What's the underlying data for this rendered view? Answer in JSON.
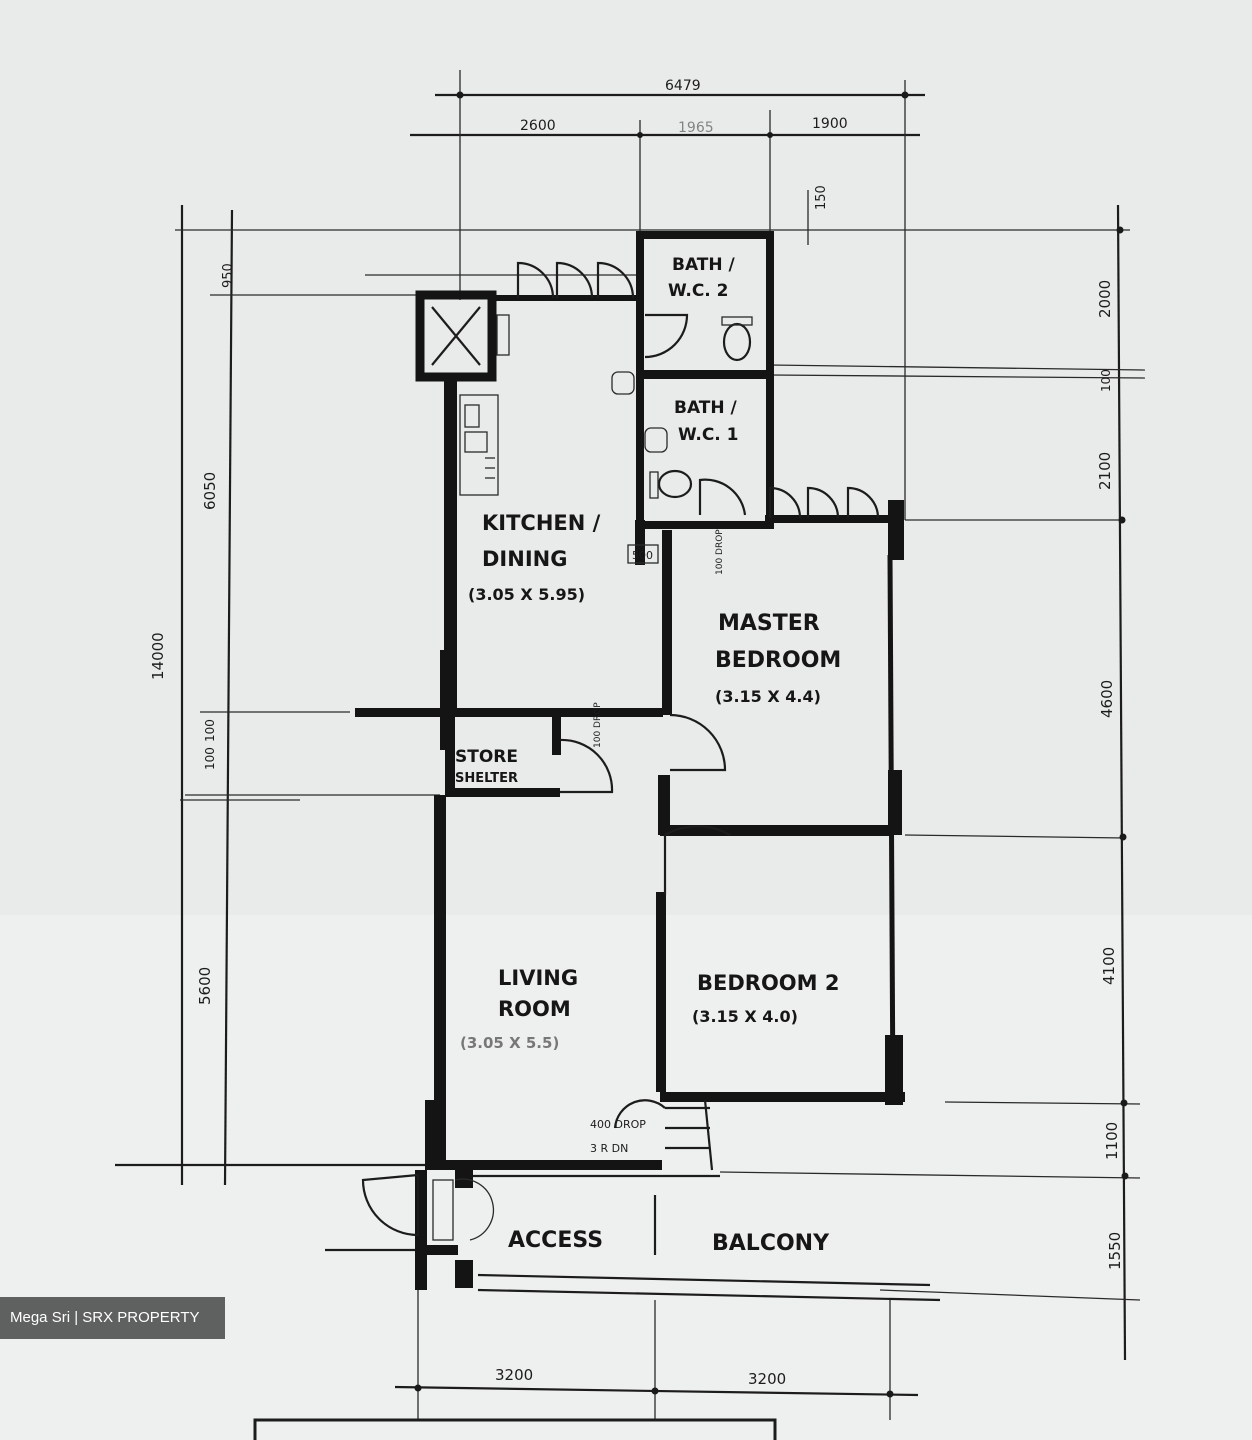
{
  "rooms": {
    "bath2": [
      "BATH /",
      "W.C. 2"
    ],
    "bath1": [
      "BATH /",
      "W.C. 1"
    ],
    "kitchen": [
      "KITCHEN /",
      "DINING",
      "(3.05 X 5.95)"
    ],
    "master": [
      "MASTER",
      "BEDROOM",
      "(3.15 X 4.4)"
    ],
    "store": [
      "STORE",
      "SHELTER"
    ],
    "living": [
      "LIVING",
      "ROOM",
      "(3.05 X 5.5)"
    ],
    "bedroom2": [
      "BEDROOM 2",
      "(3.15 X 4.0)"
    ],
    "access": "ACCESS",
    "balcony": "BALCONY"
  },
  "dimensions": {
    "top_total": "6479",
    "top_segments": [
      "2600",
      "1965",
      "1900"
    ],
    "top_small": "150",
    "left_total": "14000",
    "left_segments": [
      "950",
      "6050",
      "100",
      "100",
      "5600"
    ],
    "right_segments": [
      "2000",
      "100",
      "2100",
      "4600",
      "4100",
      "1100",
      "1550"
    ],
    "bottom_segments": [
      "3200",
      "3200"
    ],
    "notes": [
      "500",
      "100 DROP",
      "100 DROP",
      "400 DROP",
      "3 R DN"
    ]
  },
  "watermark": "Mega Sri | SRX PROPERTY"
}
